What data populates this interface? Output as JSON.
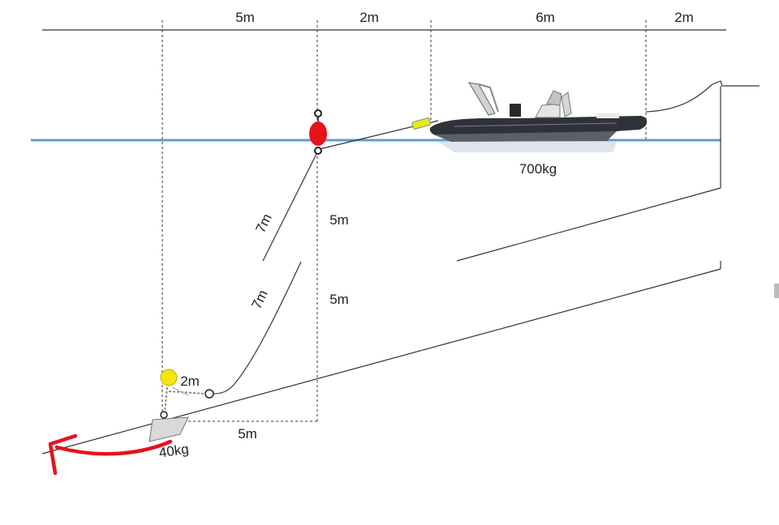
{
  "dimensions": {
    "top": [
      "5m",
      "2m",
      "6m",
      "2m"
    ],
    "rope_upper": "7m",
    "rope_lower": "7m",
    "depth_upper": "5m",
    "depth_lower": "5m",
    "chain": "2m",
    "bottom": "5m"
  },
  "weights": {
    "boat": "700kg",
    "anchor": "40kg"
  },
  "colors": {
    "water": "#5b9bd5",
    "mooring_buoy": "#e8121c",
    "chain_buoy": "#f2e60a",
    "fender": "#e6ea18",
    "arrow": "#e8121c",
    "boat_hull": "#2f3238"
  }
}
